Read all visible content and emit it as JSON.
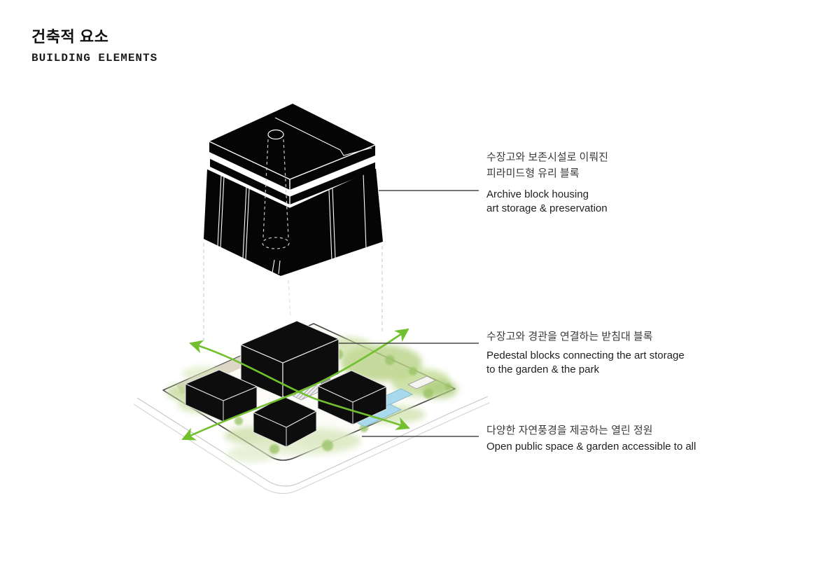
{
  "header": {
    "title_ko": "건축적 요소",
    "title_en": "BUILDING ELEMENTS"
  },
  "annotations": {
    "archive": {
      "ko_lines": [
        "수장고와 보존시설로 이뤄진",
        "피라미드형 유리 블록"
      ],
      "en_lines": [
        "Archive block housing",
        "art storage & preservation"
      ]
    },
    "pedestal": {
      "ko_lines": [
        "수장고와 경관을 연결하는 받침대 블록"
      ],
      "en_lines": [
        "Pedestal blocks connecting the art storage",
        "to the garden & the park"
      ]
    },
    "garden": {
      "ko_lines": [
        "다양한 자연풍경을 제공하는 열린 정원"
      ],
      "en_lines": [
        "Open public space & garden accessible to all"
      ]
    }
  },
  "diagram": {
    "parts": [
      "archive-block",
      "pedestal-block-main",
      "pedestal-block-west",
      "pedestal-block-south",
      "pedestal-block-east",
      "open-garden",
      "pools",
      "circulation-arrows",
      "street-curb",
      "drop-guides",
      "skylight-oculus",
      "stair-court"
    ]
  },
  "colors": {
    "block_black": "#0d0d0d",
    "arrow_green": "#72c02f",
    "pool_blue": "#a8d9ec",
    "pool_edge": "#86bacd",
    "garden_green": "#c8dca0",
    "tree_green": "#9cc469",
    "tan": "#d9d2c2",
    "leader_gray": "#4a4a4a",
    "guide_gray": "#c9c9c9",
    "curb_gray": "#c6c6c6",
    "site_line": "#454545",
    "site_fill": "#fcfbf7"
  }
}
